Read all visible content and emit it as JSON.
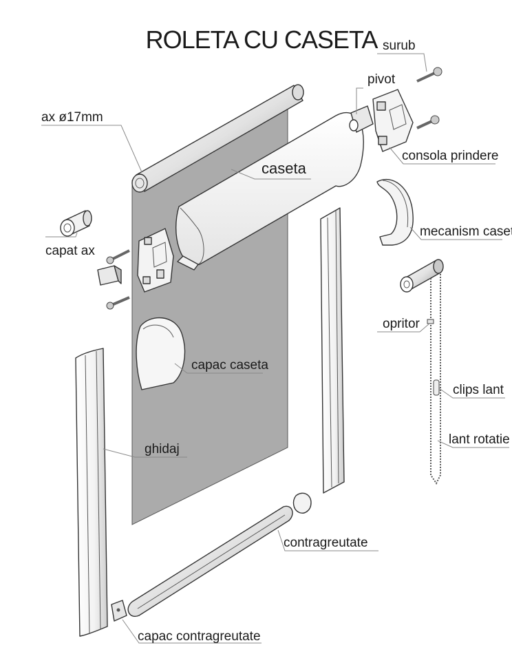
{
  "title": "ROLETA CU CASETA",
  "labels": {
    "surub": "surub",
    "pivot": "pivot",
    "ax": "ax ø17mm",
    "consola": "consola prindere",
    "caseta": "caseta",
    "mecanism": "mecanism caseta",
    "capat_ax": "capat ax",
    "opritor": "opritor",
    "capac_caseta": "capac caseta",
    "clips_lant": "clips lant",
    "lant_rotatie": "lant rotatie",
    "ghidaj": "ghidaj",
    "contragreutate": "contragreutate",
    "capac_contragreutate": "capac contragreutate"
  },
  "colors": {
    "fabric": "#ababab",
    "part_fill": "#f4f4f4",
    "outline": "#333333",
    "leader": "#8a8a8a",
    "text": "#1a1a1a"
  }
}
